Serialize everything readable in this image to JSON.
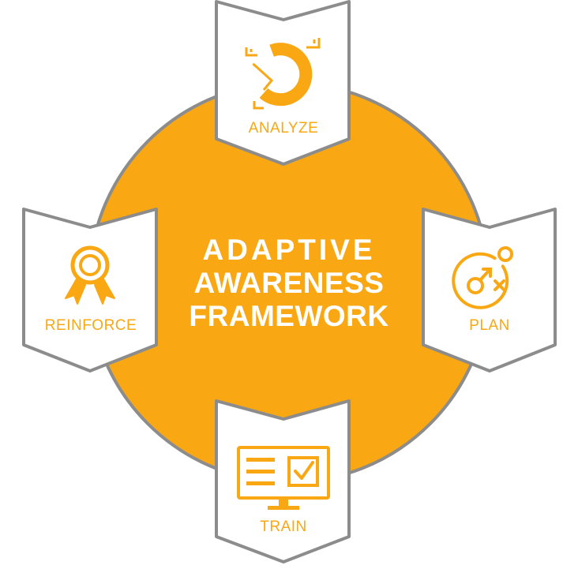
{
  "colors": {
    "accent": "#f9a814",
    "outline": "#8c8c8c",
    "icon_fill": "#ffffff",
    "label_text": "#f9a814",
    "center_text": "#ffffff"
  },
  "center": {
    "line1": "ADAPTIVE",
    "line2": "AWARENESS",
    "line3": "FRAMEWORK"
  },
  "steps": [
    {
      "label": "ANALYZE",
      "icon": "target-ring-icon"
    },
    {
      "label": "PLAN",
      "icon": "strategy-play-icon"
    },
    {
      "label": "TRAIN",
      "icon": "monitor-checklist-icon"
    },
    {
      "label": "REINFORCE",
      "icon": "award-ribbon-icon"
    }
  ]
}
